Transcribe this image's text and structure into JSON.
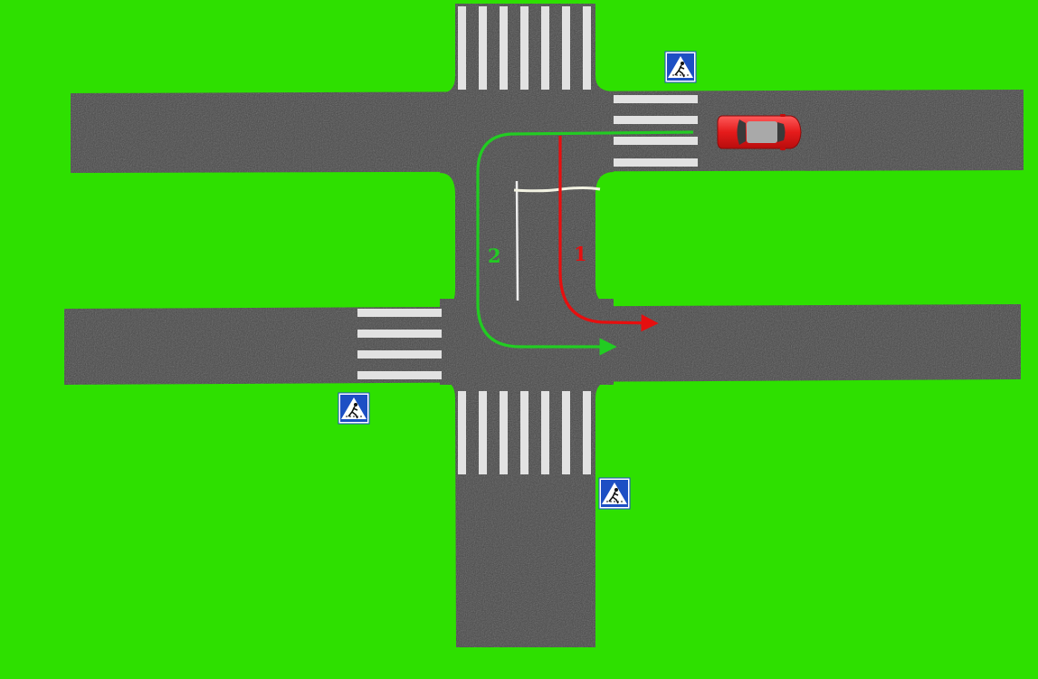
{
  "colors": {
    "grass": "#2ee000",
    "asphalt": "#464646",
    "crosswalk": "#e2e2e2",
    "route_1": "#e60f0f",
    "route_2": "#22cc22",
    "stop_line": "#f2f2e2",
    "sign_blue": "#1d4fc4",
    "car_red": "#e51b1b"
  },
  "routes": [
    {
      "id": "1",
      "label": "1",
      "color": "#e60f0f"
    },
    {
      "id": "2",
      "label": "2",
      "color": "#22cc22"
    }
  ],
  "signs": [
    {
      "icon": "pedestrian-crossing-sign-icon",
      "location": "top-right"
    },
    {
      "icon": "pedestrian-crossing-sign-icon",
      "location": "middle-left"
    },
    {
      "icon": "pedestrian-crossing-sign-icon",
      "location": "bottom-center"
    }
  ],
  "vehicle": {
    "icon": "red-car-icon",
    "color": "red",
    "heading": "west"
  }
}
